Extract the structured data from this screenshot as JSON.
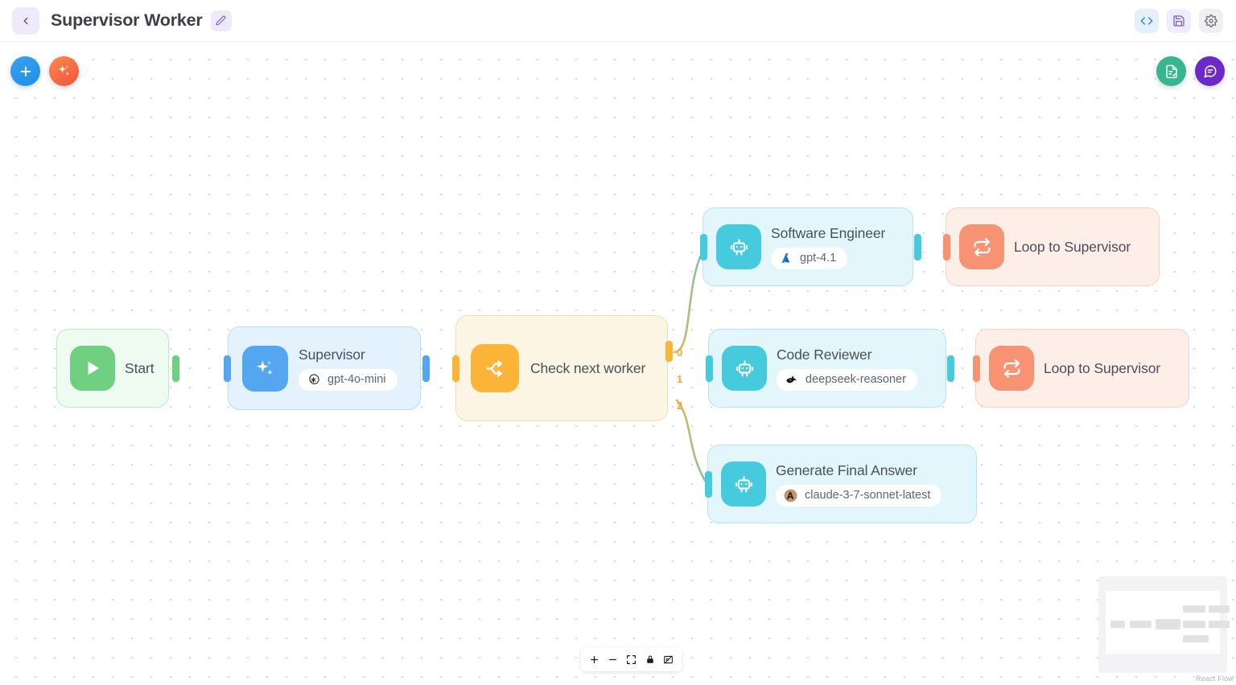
{
  "header": {
    "back_icon": "chevron-left-icon",
    "title": "Supervisor Worker",
    "edit_icon": "pencil-icon",
    "actions": [
      {
        "name": "view-code-button",
        "icon": "code-brackets-icon",
        "label": "</>"
      },
      {
        "name": "save-button",
        "icon": "floppy-disk-icon",
        "label": "Save"
      },
      {
        "name": "settings-button",
        "icon": "gear-icon",
        "label": "Settings"
      }
    ]
  },
  "canvas_buttons": {
    "add": {
      "icon": "plus-icon",
      "label": "Add node"
    },
    "ai": {
      "icon": "sparkles-icon",
      "label": "AI assist"
    },
    "doc": {
      "icon": "document-check-icon",
      "label": "Report"
    },
    "chat": {
      "icon": "chat-bubble-icon",
      "label": "Chat"
    }
  },
  "nodes": [
    {
      "id": "start",
      "title": "Start",
      "icon": "play-icon",
      "model": null,
      "model_logo": null,
      "variant": "start"
    },
    {
      "id": "supervisor",
      "title": "Supervisor",
      "icon": "sparkles-icon",
      "model": "gpt-4o-mini",
      "model_logo": "openai-logo",
      "variant": "blue"
    },
    {
      "id": "check-next-worker",
      "title": "Check next worker",
      "icon": "branch-split-icon",
      "model": null,
      "model_logo": null,
      "variant": "amber"
    },
    {
      "id": "software-engineer",
      "title": "Software Engineer",
      "icon": "robot-icon",
      "model": "gpt-4.1",
      "model_logo": "azure-logo",
      "variant": "cyan"
    },
    {
      "id": "loop-to-supervisor-1",
      "title": "Loop to Supervisor",
      "icon": "loop-icon",
      "model": null,
      "model_logo": null,
      "variant": "coral"
    },
    {
      "id": "code-reviewer",
      "title": "Code Reviewer",
      "icon": "robot-icon",
      "model": "deepseek-reasoner",
      "model_logo": "deepseek-logo",
      "variant": "cyan"
    },
    {
      "id": "loop-to-supervisor-2",
      "title": "Loop to Supervisor",
      "icon": "loop-icon",
      "model": null,
      "model_logo": null,
      "variant": "coral"
    },
    {
      "id": "generate-final-answer",
      "title": "Generate Final Answer",
      "icon": "robot-icon",
      "model": "claude-3-7-sonnet-latest",
      "model_logo": "anthropic-logo",
      "variant": "cyan"
    }
  ],
  "edge_labels": [
    "0",
    "1",
    "2"
  ],
  "controls": [
    {
      "name": "zoom-in-button",
      "icon": "plus-icon"
    },
    {
      "name": "zoom-out-button",
      "icon": "minus-icon"
    },
    {
      "name": "fit-view-button",
      "icon": "fit-screen-icon"
    },
    {
      "name": "lock-button",
      "icon": "lock-icon"
    },
    {
      "name": "toggle-interactivity-button",
      "icon": "minimap-toggle-icon"
    }
  ],
  "minimap": {
    "attribution": "React Flow"
  },
  "colors": {
    "accent_blue": "#55a6f0",
    "accent_cyan": "#45cade",
    "accent_amber": "#fbb338",
    "accent_coral": "#f79272",
    "accent_green": "#6ed080",
    "accent_purple": "#6d28c8"
  }
}
